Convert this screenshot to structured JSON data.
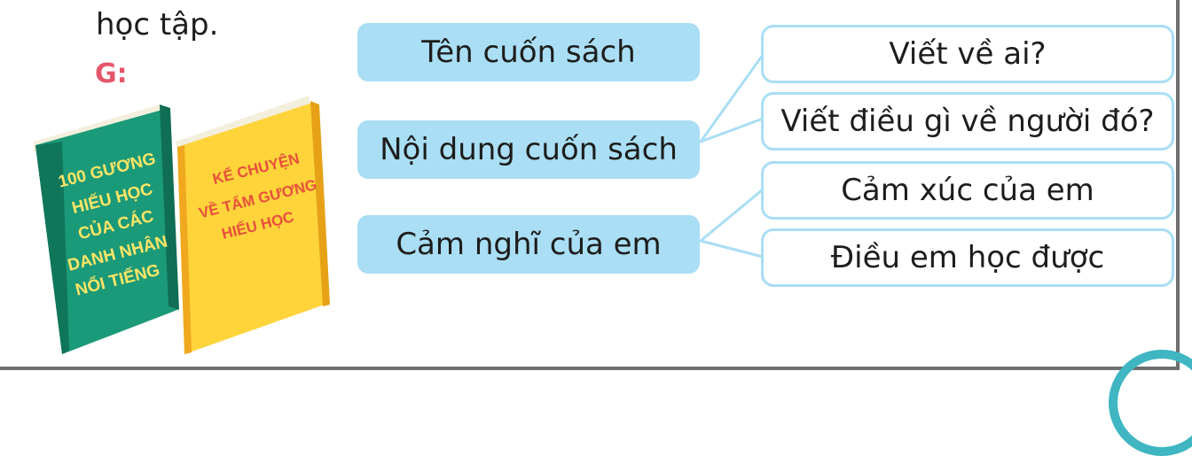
{
  "intro": {
    "text": "học tập.",
    "hint_label": "G:"
  },
  "books": [
    {
      "title_lines": [
        "100 GƯƠNG",
        "HIẾU HỌC",
        "CỦA CÁC",
        "DANH NHÂN",
        "NỔI TIẾNG"
      ],
      "cover_color": "#1a9a78",
      "text_color": "#ffe566"
    },
    {
      "title_lines": [
        "KỂ CHUYỆN",
        "VỀ TẤM GƯƠNG",
        "HIẾU HỌC"
      ],
      "cover_color": "#ffd43b",
      "text_color": "#e8503a"
    }
  ],
  "diagram": {
    "main_items": [
      {
        "label": "Tên cuốn sách"
      },
      {
        "label": "Nội dung cuốn sách",
        "sub_items": [
          "Viết về ai?",
          "Viết điều gì về người đó?"
        ]
      },
      {
        "label": "Cảm nghĩ của em",
        "sub_items": [
          "Cảm xúc của em",
          "Điều em học được"
        ]
      }
    ],
    "box_color": "#a9def5",
    "connector_color": "#a9def5"
  }
}
